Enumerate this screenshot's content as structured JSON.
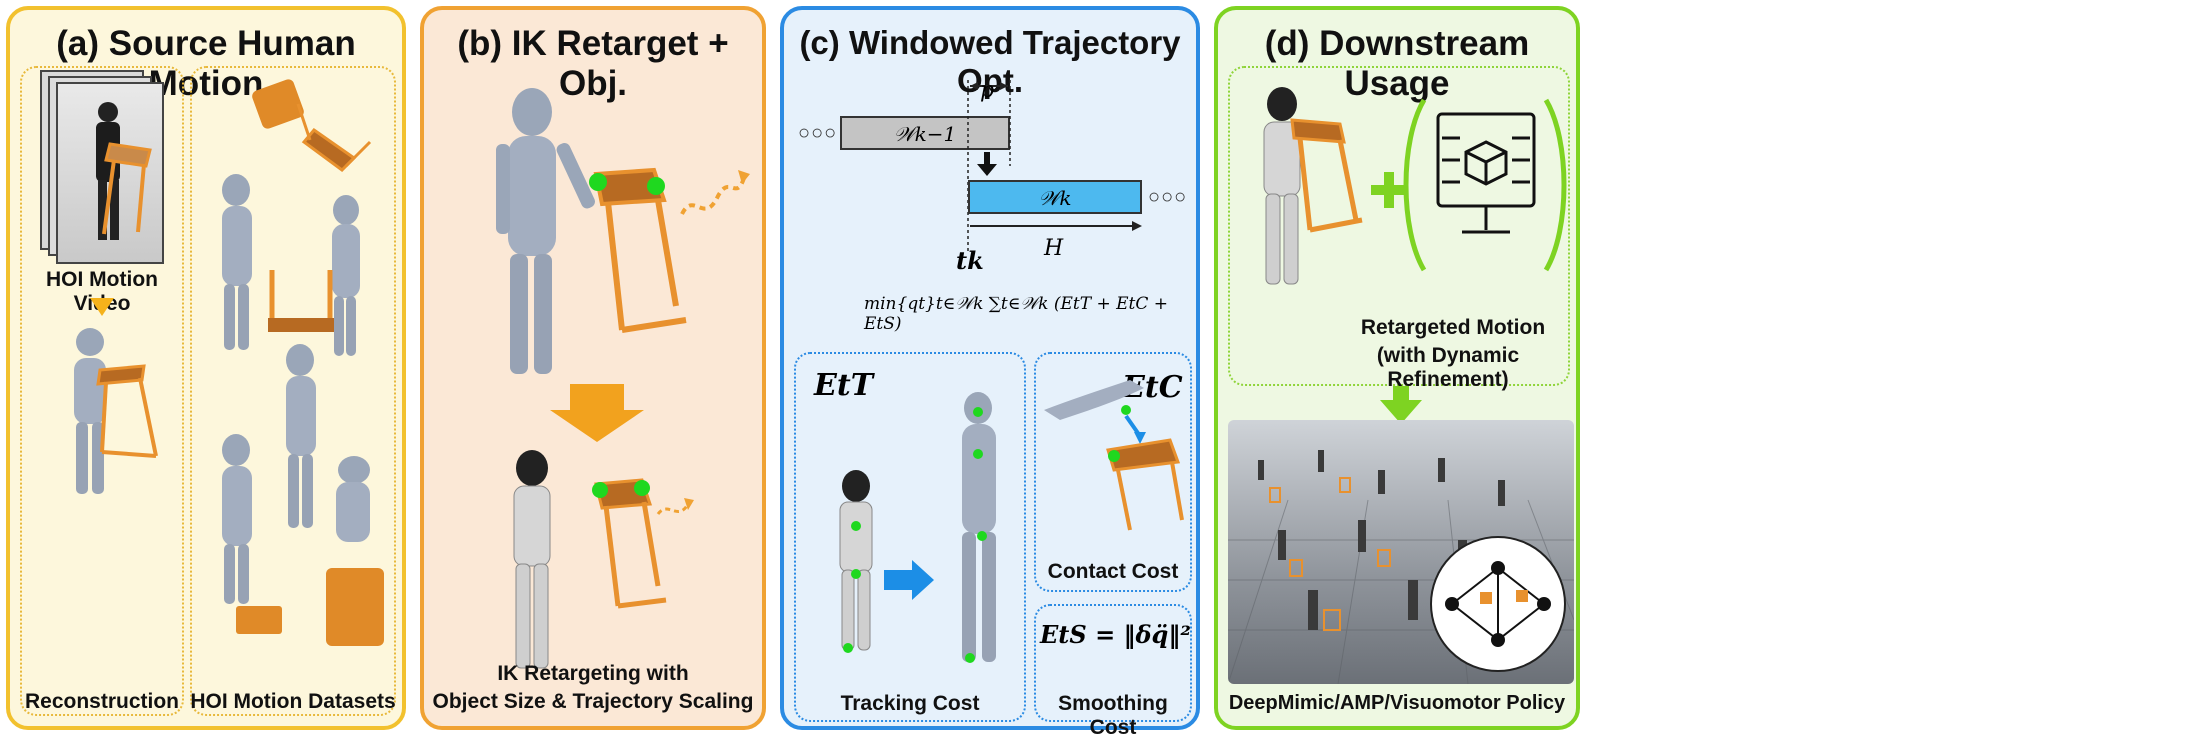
{
  "panel_a": {
    "title": "(a) Source Human Motion",
    "video_label": "HOI Motion Video",
    "recon_label": "Reconstruction",
    "datasets_label": "HOI Motion Datasets"
  },
  "panel_b": {
    "title": "(b) IK Retarget + Obj.",
    "caption_line1": "IK Retargeting with",
    "caption_line2": "Object Size & Trajectory Scaling"
  },
  "panel_c": {
    "title": "(c) Windowed Trajectory Opt.",
    "window_prev": "𝒲k−1",
    "window_curr": "𝒲k",
    "p_label": "p",
    "t_label": "tk",
    "h_label": "H",
    "ellipsis": "○○○",
    "objective": "min{qt}t∈𝒲k ∑t∈𝒲k (EtT + EtC + EtS)",
    "tracking_symbol": "EtT",
    "tracking_label": "Tracking Cost",
    "contact_symbol": "EtC",
    "contact_label": "Contact Cost",
    "smoothing_formula": "EtS = ‖δq̈‖²",
    "smoothing_label": "Smoothing Cost"
  },
  "panel_d": {
    "title": "(d) Downstream Usage",
    "retarget_line1": "Retargeted Motion",
    "retarget_line2": "(with Dynamic Refinement)",
    "policy_label": "DeepMimic/AMP/Visuomotor Policy"
  },
  "colors": {
    "panel_a_fill": "#fdf7dc",
    "panel_a_border": "#f2c12e",
    "panel_b_fill": "#fbe8d6",
    "panel_b_border": "#f0a233",
    "panel_c_fill": "#e6f1fb",
    "panel_c_border": "#2b8be3",
    "panel_d_fill": "#eef8e2",
    "panel_d_border": "#7ed322",
    "object_orange": "#e8912e",
    "contact_green": "#1fd81f",
    "window_blue": "#4db9ef"
  }
}
